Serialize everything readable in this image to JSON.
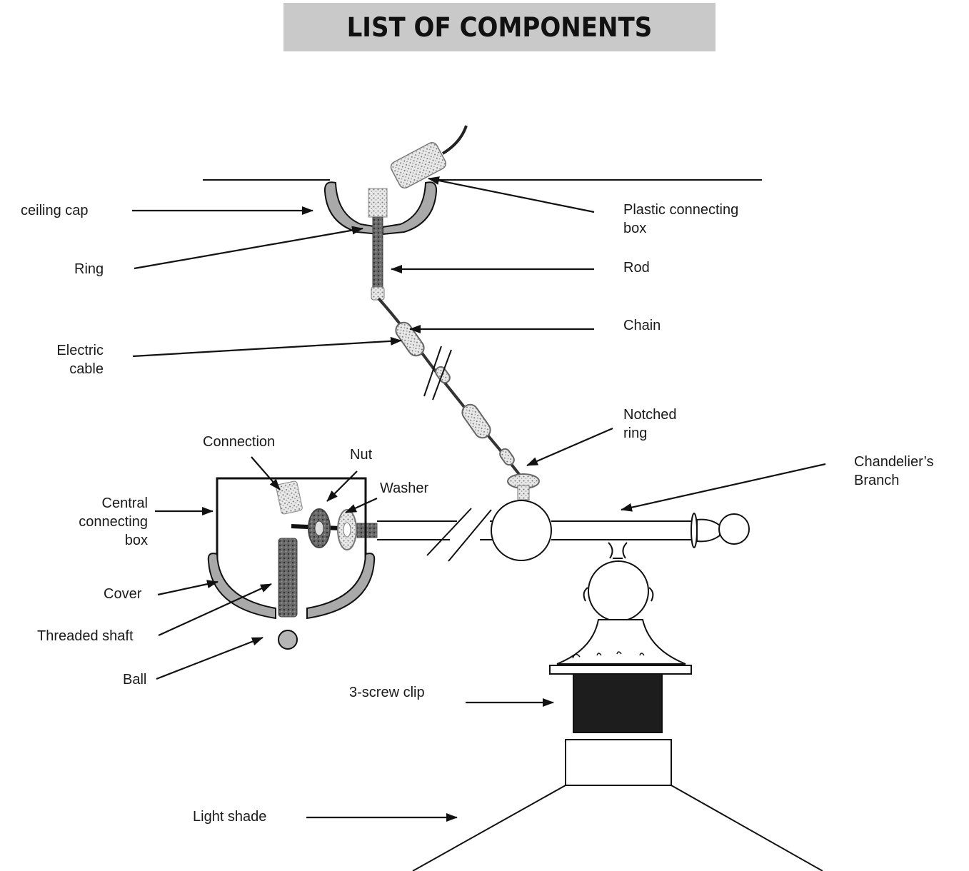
{
  "title": "LIST OF COMPONENTS",
  "labels": {
    "ceiling_cap": "ceiling cap",
    "ring": "Ring",
    "electric_cable": [
      "Electric",
      "cable"
    ],
    "connection": "Connection",
    "nut": "Nut",
    "washer": "Washer",
    "central_connecting_box": [
      "Central",
      "connecting",
      "box"
    ],
    "cover": "Cover",
    "threaded_shaft": "Threaded shaft",
    "ball": "Ball",
    "three_screw_clip": "3-screw clip",
    "light_shade": "Light shade",
    "plastic_connecting_box": [
      "Plastic connecting",
      "box"
    ],
    "rod": "Rod",
    "chain": "Chain",
    "notched_ring": [
      "Notched",
      "ring"
    ],
    "chandeliers_branch": [
      "Chandelier’s",
      "Branch"
    ]
  }
}
